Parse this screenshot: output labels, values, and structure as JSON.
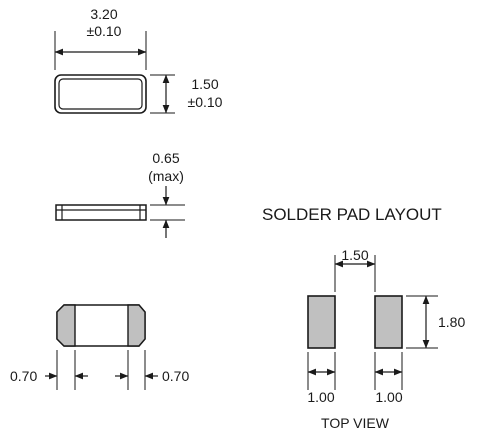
{
  "top_view_part": {
    "length_value": "3.20",
    "length_tol": "±0.10",
    "width_value": "1.50",
    "width_tol": "±0.10"
  },
  "side_view_part": {
    "height_value": "0.65",
    "height_note": "(max)"
  },
  "bottom_view_part": {
    "terminal_left": "0.70",
    "terminal_right": "0.70"
  },
  "solder_pad_layout": {
    "heading": "SOLDER PAD LAYOUT",
    "gap": "1.50",
    "pad_height": "1.80",
    "pad_width_left": "1.00",
    "pad_width_right": "1.00",
    "caption": "TOP VIEW"
  },
  "colors": {
    "line": "#1a1a1a",
    "pad_fill": "#c0c0c0"
  }
}
